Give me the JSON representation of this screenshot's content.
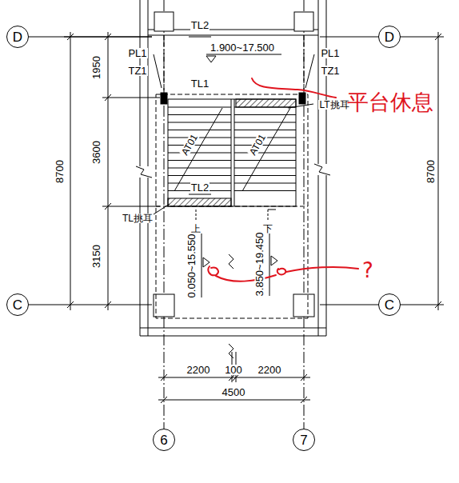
{
  "diagram": {
    "nodes": [
      {
        "text": [
          "D"
        ]
      },
      {
        "text": [
          "D"
        ]
      },
      {
        "text": [
          "C"
        ]
      },
      {
        "text": [
          "C"
        ]
      },
      {
        "text": [
          "6"
        ]
      },
      {
        "text": [
          "7"
        ]
      }
    ],
    "labels": [
      "TL2",
      "1.900~17.500",
      "PL1",
      "TZ1",
      "PL1",
      "TZ1",
      "1950",
      "3600",
      "3150",
      "8700",
      "8700",
      "TL1",
      "LT挑耳",
      "AT01",
      "AT01",
      "TL2",
      "TL挑耳",
      "上",
      "下",
      "0.050~15.550",
      "3.850~19.450",
      "2200",
      "100",
      "2200",
      "4500",
      "平台休息",
      "?"
    ]
  }
}
